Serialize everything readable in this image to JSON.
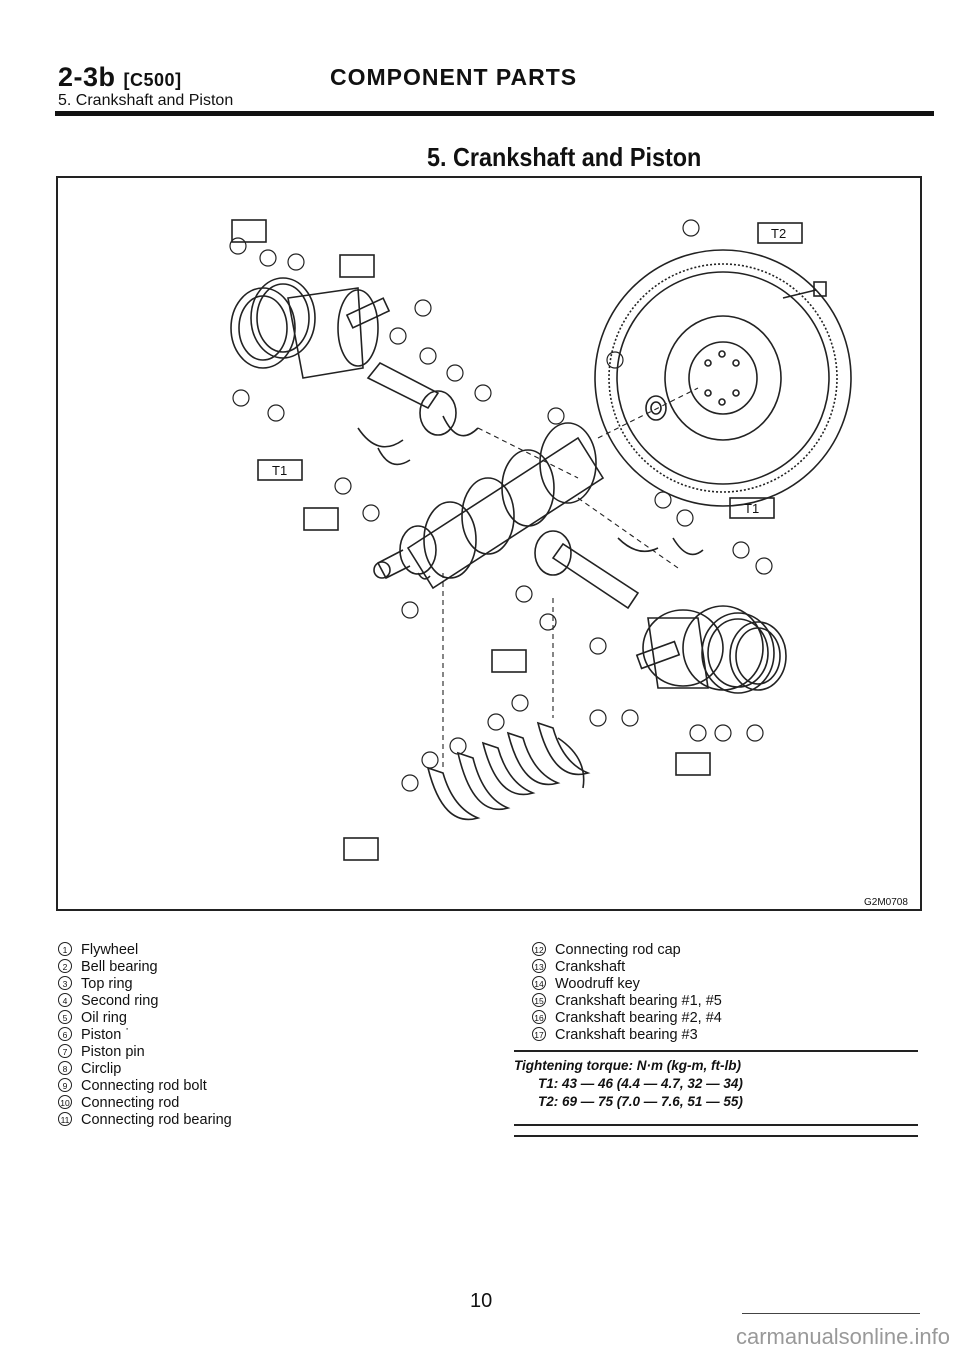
{
  "header": {
    "section": "2-3b",
    "code": "[C500]",
    "title": "COMPONENT PARTS",
    "breadcrumb": "5. Crankshaft and Piston"
  },
  "figure": {
    "title": "5. Crankshaft and Piston",
    "code": "G2M0708",
    "tags": [
      "T1",
      "T2",
      "T1"
    ]
  },
  "legend_left": [
    {
      "num": "1",
      "text": "Flywheel"
    },
    {
      "num": "2",
      "text": "Bell bearing"
    },
    {
      "num": "3",
      "text": "Top ring"
    },
    {
      "num": "4",
      "text": "Second ring"
    },
    {
      "num": "5",
      "text": "Oil ring"
    },
    {
      "num": "6",
      "text": "Piston ˙"
    },
    {
      "num": "7",
      "text": "Piston pin"
    },
    {
      "num": "8",
      "text": "Circlip"
    },
    {
      "num": "9",
      "text": "Connecting rod bolt"
    },
    {
      "num": "10",
      "text": "Connecting rod"
    },
    {
      "num": "11",
      "text": "Connecting rod bearing"
    }
  ],
  "legend_right": [
    {
      "num": "12",
      "text": "Connecting rod cap"
    },
    {
      "num": "13",
      "text": "Crankshaft"
    },
    {
      "num": "14",
      "text": "Woodruff key"
    },
    {
      "num": "15",
      "text": "Crankshaft bearing #1, #5"
    },
    {
      "num": "16",
      "text": "Crankshaft bearing #2, #4"
    },
    {
      "num": "17",
      "text": "Crankshaft bearing #3"
    }
  ],
  "torque": {
    "heading": "Tightening torque: N·m (kg-m, ft-lb)",
    "t1": "T1: 43 — 46 (4.4 — 4.7, 32 — 34)",
    "t2": "T2: 69 — 75 (7.0 — 7.6, 51 — 55)"
  },
  "page_number": "10",
  "watermark": "carmanualsonline.info",
  "colors": {
    "ink": "#111111",
    "paper": "#ffffff"
  }
}
